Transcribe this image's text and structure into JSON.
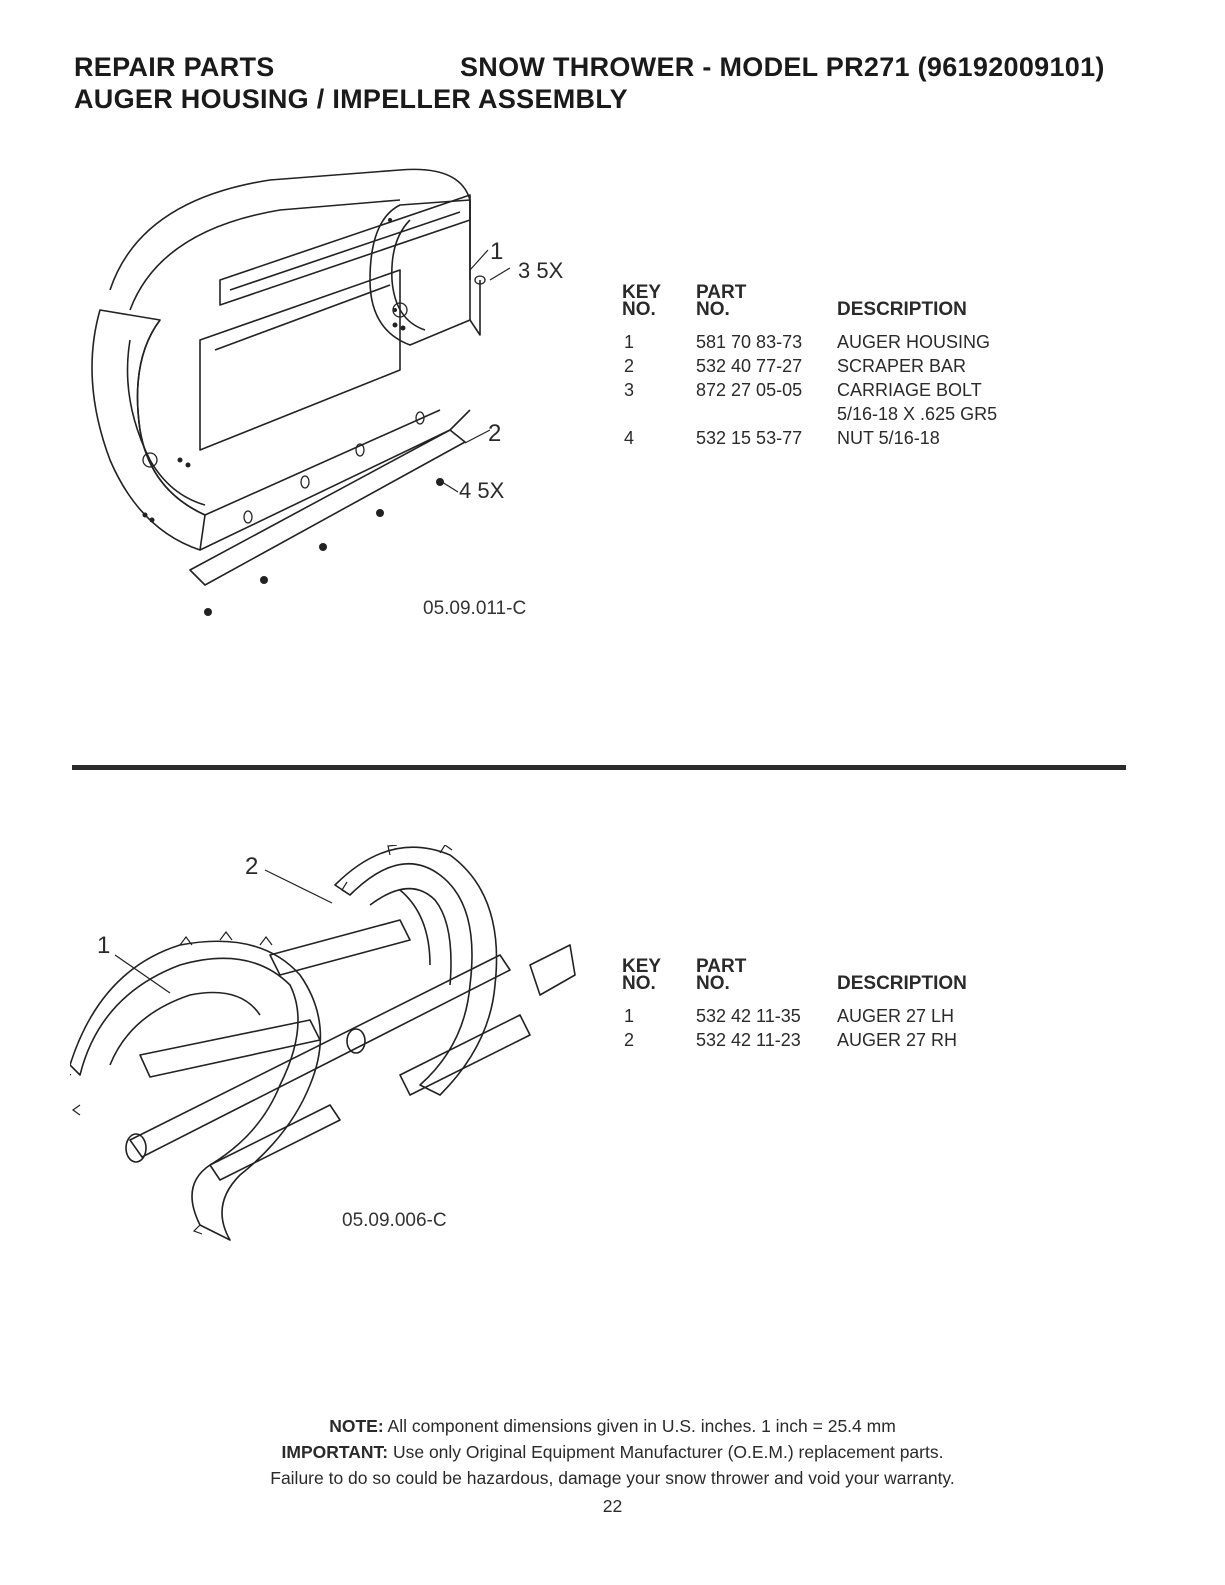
{
  "header": {
    "left": "REPAIR PARTS",
    "right": "SNOW THROWER - MODEL  PR271  (96192009101)",
    "subtitle": "AUGER HOUSING / IMPELLER ASSEMBLY"
  },
  "figure1": {
    "ref": "05.09.011-C",
    "callouts": {
      "c1": "1",
      "c2": "2",
      "c3": "3",
      "c3q": "5X",
      "c4": "4",
      "c4q": "5X"
    }
  },
  "table1": {
    "headers": {
      "key_a": "KEY",
      "key_b": "NO.",
      "part_a": "PART",
      "part_b": "NO.",
      "desc": "DESCRIPTION"
    },
    "rows": [
      {
        "key": "1",
        "part": "581 70 83-73",
        "desc": "AUGER HOUSING"
      },
      {
        "key": "2",
        "part": "532 40 77-27",
        "desc": "SCRAPER BAR"
      },
      {
        "key": "3",
        "part": "872 27 05-05",
        "desc": "CARRIAGE BOLT"
      },
      {
        "key": "",
        "part": "",
        "desc": "5/16-18 X .625 GR5"
      },
      {
        "key": "4",
        "part": "532 15 53-77",
        "desc": "NUT 5/16-18"
      }
    ]
  },
  "figure2": {
    "ref": "05.09.006-C",
    "callouts": {
      "c1": "1",
      "c2": "2"
    }
  },
  "table2": {
    "headers": {
      "key_a": "KEY",
      "key_b": "NO.",
      "part_a": "PART",
      "part_b": "NO.",
      "desc": "DESCRIPTION"
    },
    "rows": [
      {
        "key": "1",
        "part": "532 42 11-35",
        "desc": "AUGER 27 LH"
      },
      {
        "key": "2",
        "part": "532 42 11-23",
        "desc": "AUGER 27 RH"
      }
    ]
  },
  "footer": {
    "note_label": "NOTE:",
    "note_text": " All component dimensions given in U.S. inches.    1 inch = 25.4 mm",
    "important_label": "IMPORTANT:",
    "important_text": " Use only Original Equipment Manufacturer (O.E.M.) replacement parts.",
    "warning": "Failure to do so could be hazardous, damage your snow thrower and void your warranty.",
    "page": "22"
  }
}
